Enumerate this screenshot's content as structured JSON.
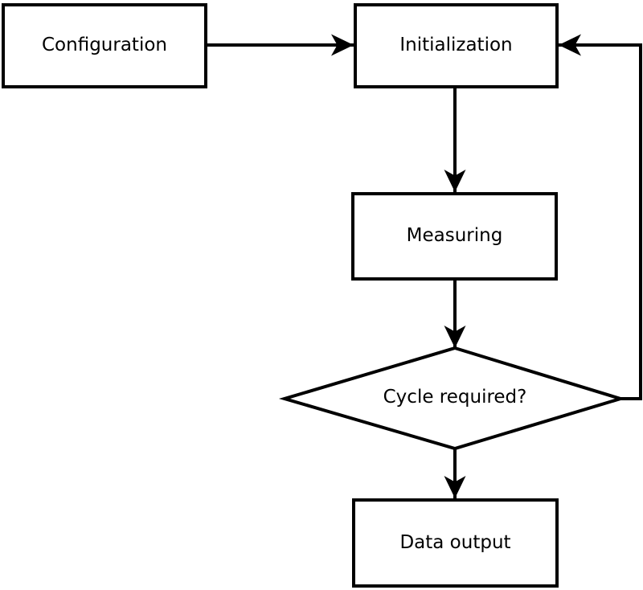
{
  "diagram": {
    "background_color": "#ffffff",
    "stroke_color": "#000000",
    "node_fill_color": "#ffffff",
    "nodes": [
      {
        "id": "configuration",
        "type": "process",
        "label": "Configuration"
      },
      {
        "id": "initialization",
        "type": "process",
        "label": "Initialization"
      },
      {
        "id": "measuring",
        "type": "process",
        "label": "Measuring"
      },
      {
        "id": "cycle-required",
        "type": "decision",
        "label": "Cycle required?"
      },
      {
        "id": "data-output",
        "type": "process",
        "label": "Data output"
      }
    ],
    "edges": [
      {
        "from": "configuration",
        "to": "initialization",
        "style": "arrow",
        "route": "horizontal"
      },
      {
        "from": "initialization",
        "to": "measuring",
        "style": "arrow",
        "route": "vertical"
      },
      {
        "from": "measuring",
        "to": "cycle-required",
        "style": "arrow",
        "route": "vertical"
      },
      {
        "from": "cycle-required",
        "to": "data-output",
        "style": "arrow",
        "route": "vertical"
      },
      {
        "from": "cycle-required",
        "to": "initialization",
        "style": "arrow",
        "route": "right-side-loop"
      }
    ]
  }
}
